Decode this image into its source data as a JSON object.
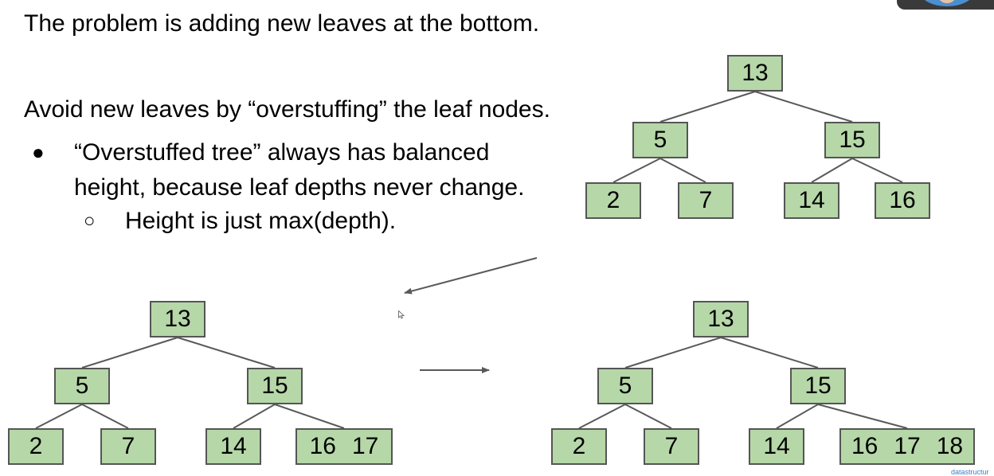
{
  "slide": {
    "line1": "The problem is adding new leaves at the bottom.",
    "line2": "Avoid new leaves by “overstuffing” the leaf nodes.",
    "bullet1_line1": "“Overstuffed tree” always has balanced",
    "bullet1_line2": "height, because leaf depths never change.",
    "subbullet1": "Height is just max(depth).",
    "bullet_glyph": "●",
    "subbullet_glyph": "○",
    "watermark": "datastructur"
  },
  "trees": {
    "top": {
      "root": "13",
      "left": "5",
      "right": "15",
      "ll": [
        "2"
      ],
      "lr": [
        "7"
      ],
      "rl": [
        "14"
      ],
      "rr": [
        "16"
      ]
    },
    "bottom_left": {
      "root": "13",
      "left": "5",
      "right": "15",
      "ll": [
        "2"
      ],
      "lr": [
        "7"
      ],
      "rl": [
        "14"
      ],
      "rr": [
        "16",
        "17"
      ]
    },
    "bottom_right": {
      "root": "13",
      "left": "5",
      "right": "15",
      "ll": [
        "2"
      ],
      "lr": [
        "7"
      ],
      "rl": [
        "14"
      ],
      "rr": [
        "16",
        "17",
        "18"
      ]
    }
  },
  "colors": {
    "node_fill": "#b6d7a8",
    "node_border": "#555555",
    "edge": "#595959",
    "text": "#000000"
  }
}
